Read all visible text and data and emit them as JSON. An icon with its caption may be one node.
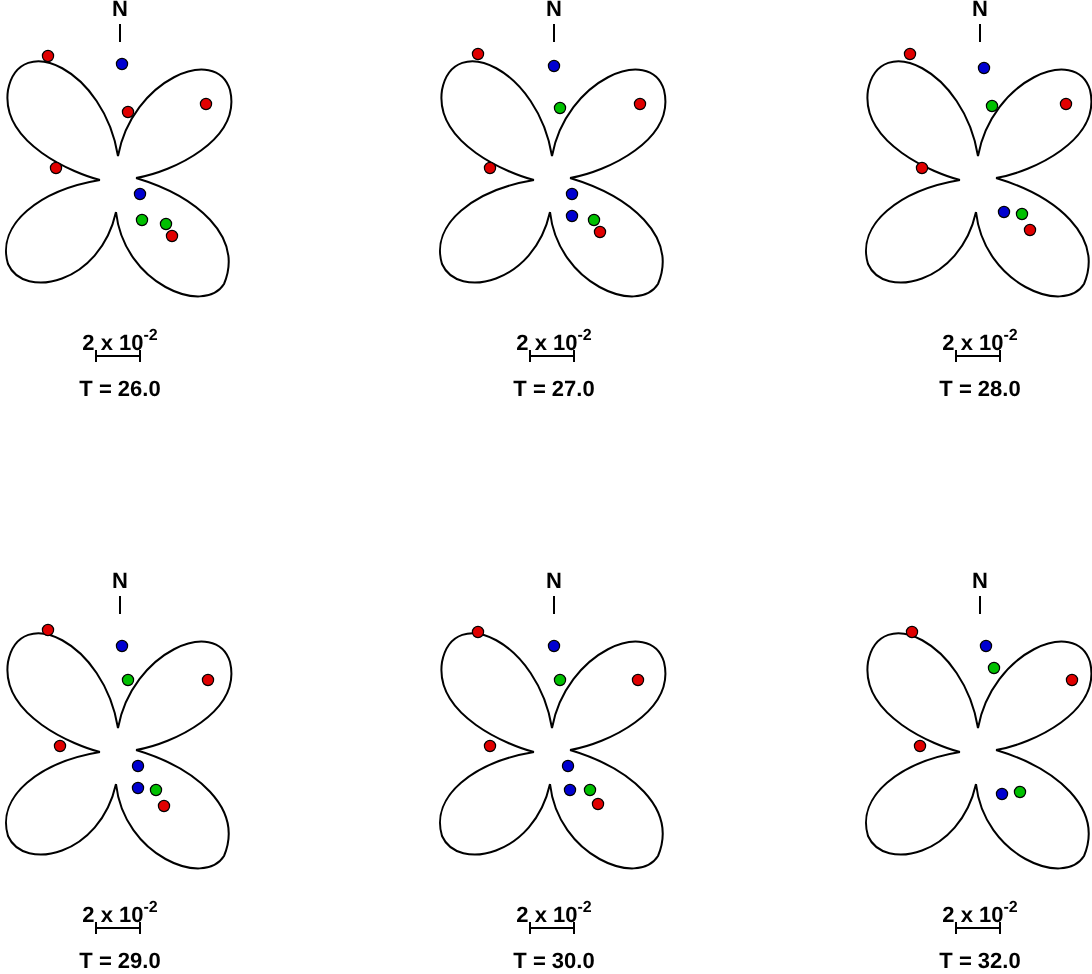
{
  "diagram": {
    "labels": [
      "N",
      "2 x 10$^{-2}$",
      "T = 26.0",
      "N",
      "2 x 10$^{-2}$",
      "T = 27.0",
      "N",
      "2 x 10$^{-2}$",
      "T = 28.0",
      "N",
      "2 x 10$^{-2}$",
      "T = 29.0",
      "N",
      "2 x 10$^{-2}$",
      "T = 30.0",
      "N",
      "2 x 10$^{-2}$",
      "T = 32.0"
    ]
  }
}
